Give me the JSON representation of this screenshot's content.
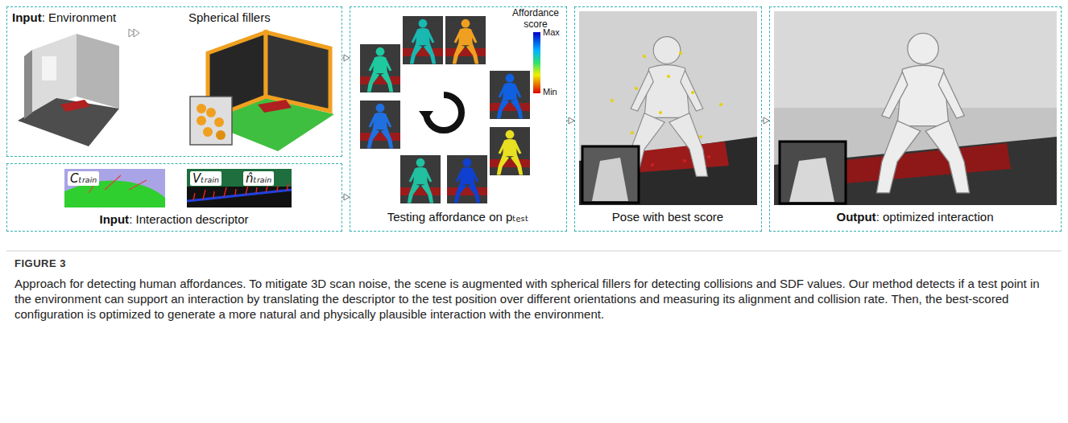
{
  "diagram": {
    "caption": "Approach for detecting human affordances. To mitigate 3D scan noise, the scene is augmented with spherical fillers for detecting collisions and SDF values. Our method detects if a test point in the environment can support an interaction by translating the descriptor to the test position over different orientations and measuring its alignment and collision rate. Then, the best-scored configuration is optimized to generate a more natural and physically plausible interaction with the environment.",
    "nodes": [
      {
        "text": [
          "Input: Environment",
          "Spherical fillers"
        ]
      },
      {
        "text": [
          "Input: Interaction descriptor"
        ]
      },
      {
        "text": [
          "Testing affordance on pₜₑₛₜ"
        ]
      },
      {
        "text": [
          "Pose with best score"
        ]
      },
      {
        "text": [
          "Output: optimized interaction"
        ]
      }
    ],
    "edges": [
      {
        "from": 0,
        "to": 2,
        "arrow": "to"
      },
      {
        "from": 1,
        "to": 2,
        "arrow": "to"
      },
      {
        "from": 2,
        "to": 3,
        "arrow": "to"
      },
      {
        "from": 3,
        "to": 4,
        "arrow": "to"
      }
    ],
    "labels": [
      "Cₜᵣₐᵢₙ",
      "Vₜᵣₐᵢₙ",
      "n̂ₜᵣₐᵢₙ",
      "Affordance score",
      "Max",
      "Min",
      "FIGURE 3"
    ]
  }
}
